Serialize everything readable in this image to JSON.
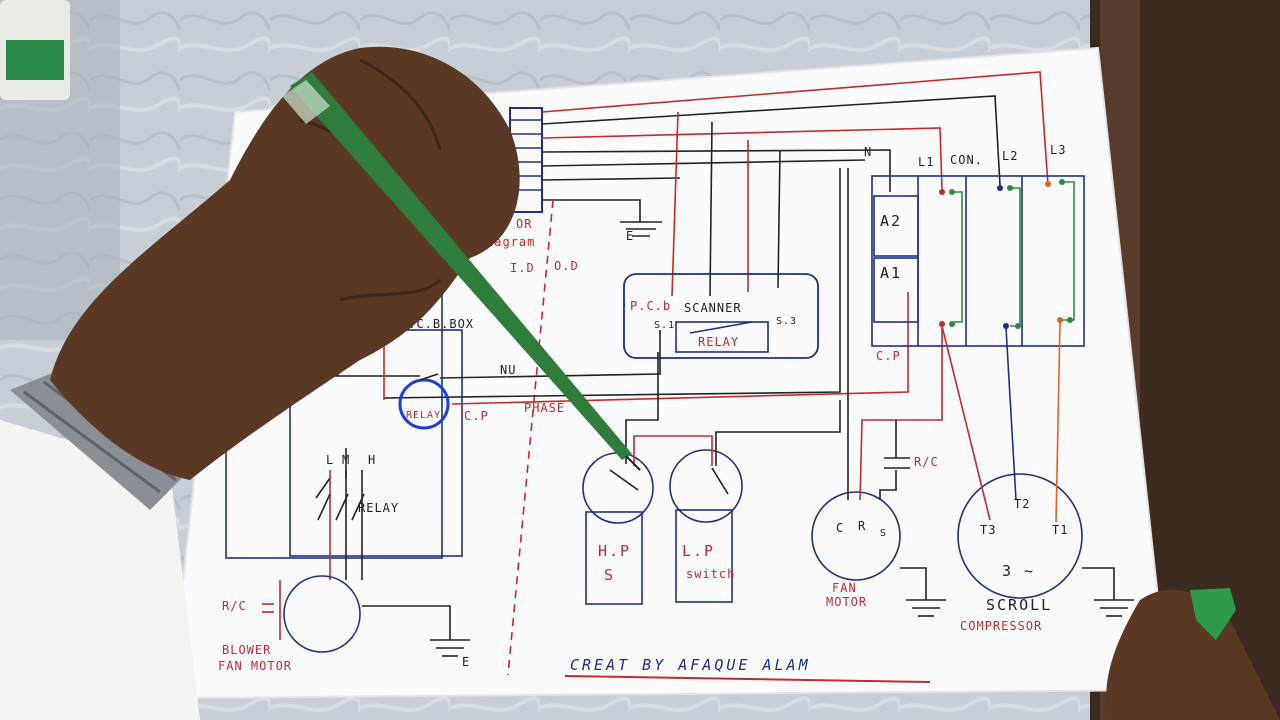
{
  "diagram": {
    "labels": {
      "ground_e_top": "E",
      "id": "I.D",
      "od": "O.D",
      "pcb_box": "P.C.B.BOX",
      "pcb": "P.C.b",
      "scanner": "SCANNER",
      "s1": "S.1",
      "s3": "S.3",
      "scanner_relay": "RELAY",
      "neutral": "NU",
      "phase": "PHASE",
      "cp_left": "C.P",
      "pcb_relay": "RELAY",
      "relay_l": "L",
      "relay_m": "M",
      "relay_h": "H",
      "relay_side": "RELAY",
      "blower_rc": "R/C",
      "blower_line1": "BLOWER",
      "blower_line2": "FAN MOTOR",
      "ground_e_bottom": "E",
      "hp_line1": "H.P",
      "hp_line2": "S",
      "lp_line1": "L.P",
      "lp_line2": "switch",
      "fan_c": "C",
      "fan_r": "R",
      "fan_s": "S",
      "fan_rc": "R/C",
      "fan_line1": "FAN",
      "fan_line2": "MOTOR",
      "con_n": "N",
      "con_l1": "L1",
      "con": "CON.",
      "con_l2": "L2",
      "con_l3": "L3",
      "a2": "A2",
      "a1": "A1",
      "cp_right": "C.P",
      "t1": "T1",
      "t2": "T2",
      "t3": "T3",
      "three_phase": "3 ~",
      "scroll_line1": "SCROLL",
      "scroll_line2": "COMPRESSOR",
      "diagram_frag": "iagram",
      "or_frag": "OR",
      "credit": "CREAT BY  AFAQUE ALAM"
    },
    "colors": {
      "blue_ink": "#1c2f8a",
      "red_ink": "#c42a2a",
      "black_ink": "#222222",
      "relay_circle": "#1a3fe0",
      "paper": "#fbfbfd",
      "table": "#c9d0d8",
      "pen_body": "#2e7d3a",
      "hand": "#5a3824"
    }
  }
}
